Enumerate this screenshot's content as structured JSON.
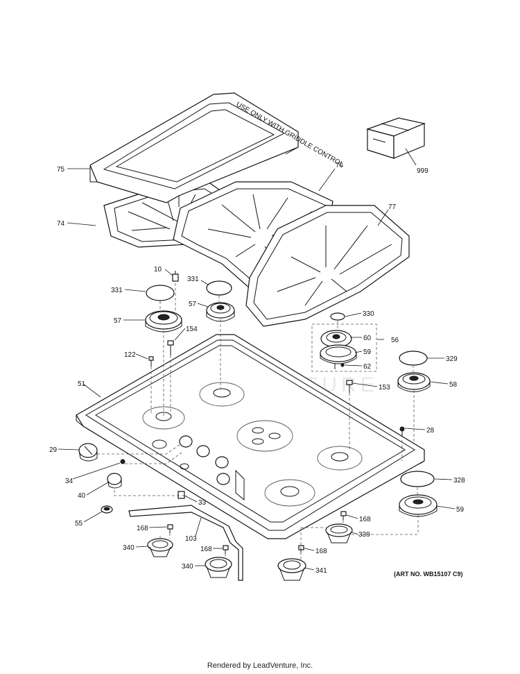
{
  "diagram": {
    "art_number": "(ART NO. WB15107 C9)",
    "footer": "Rendered by LeadVenture, Inc.",
    "watermark": "LEADVENTURE",
    "griddle_marking": "USE ONLY WITH GRIDDLE CONTROL",
    "labels": [
      {
        "id": "p75",
        "text": "75"
      },
      {
        "id": "p76",
        "text": "76"
      },
      {
        "id": "p74",
        "text": "74"
      },
      {
        "id": "p77",
        "text": "77"
      },
      {
        "id": "p999",
        "text": "999"
      },
      {
        "id": "p10",
        "text": "10"
      },
      {
        "id": "p331a",
        "text": "331"
      },
      {
        "id": "p331b",
        "text": "331"
      },
      {
        "id": "p57a",
        "text": "57"
      },
      {
        "id": "p57b",
        "text": "57"
      },
      {
        "id": "p154",
        "text": "154"
      },
      {
        "id": "p330",
        "text": "330"
      },
      {
        "id": "p60",
        "text": "60"
      },
      {
        "id": "p56",
        "text": "56"
      },
      {
        "id": "p59a",
        "text": "59"
      },
      {
        "id": "p62",
        "text": "62"
      },
      {
        "id": "p122",
        "text": "122"
      },
      {
        "id": "p329",
        "text": "329"
      },
      {
        "id": "p51",
        "text": "51"
      },
      {
        "id": "p153",
        "text": "153"
      },
      {
        "id": "p58",
        "text": "58"
      },
      {
        "id": "p28",
        "text": "28"
      },
      {
        "id": "p29",
        "text": "29"
      },
      {
        "id": "p34",
        "text": "34"
      },
      {
        "id": "p328",
        "text": "328"
      },
      {
        "id": "p40",
        "text": "40"
      },
      {
        "id": "p33",
        "text": "33"
      },
      {
        "id": "p59b",
        "text": "59"
      },
      {
        "id": "p55",
        "text": "55"
      },
      {
        "id": "p168a",
        "text": "168"
      },
      {
        "id": "p168b",
        "text": "168"
      },
      {
        "id": "p103",
        "text": "103"
      },
      {
        "id": "p339",
        "text": "339"
      },
      {
        "id": "p340a",
        "text": "340"
      },
      {
        "id": "p168c",
        "text": "168"
      },
      {
        "id": "p168d",
        "text": "168"
      },
      {
        "id": "p340b",
        "text": "340"
      },
      {
        "id": "p341",
        "text": "341"
      }
    ]
  }
}
